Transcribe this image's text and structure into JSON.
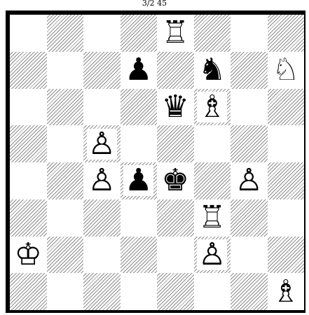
{
  "caption": "3/2 45",
  "board": {
    "ranks": [
      [
        "",
        "",
        "",
        "",
        "white-rook",
        "",
        "",
        ""
      ],
      [
        "",
        "",
        "",
        "black-pawn",
        "",
        "black-knight",
        "",
        "white-knight"
      ],
      [
        "",
        "",
        "",
        "",
        "black-queen",
        "white-bishop",
        "",
        ""
      ],
      [
        "",
        "",
        "white-pawn",
        "",
        "",
        "",
        "",
        ""
      ],
      [
        "",
        "",
        "white-pawn",
        "black-pawn",
        "black-king",
        "",
        "white-pawn",
        ""
      ],
      [
        "",
        "",
        "",
        "",
        "",
        "white-rook",
        "",
        ""
      ],
      [
        "white-king",
        "",
        "",
        "",
        "",
        "white-pawn",
        "",
        ""
      ],
      [
        "",
        "",
        "",
        "",
        "",
        "",
        "",
        "white-bishop"
      ]
    ],
    "glyphs": {
      "white-king": "♔",
      "white-queen": "♕",
      "white-rook": "♖",
      "white-bishop": "♗",
      "white-knight": "♘",
      "white-pawn": "♙",
      "black-king": "♚",
      "black-queen": "♛",
      "black-rook": "♜",
      "black-bishop": "♝",
      "black-knight": "♞",
      "black-pawn": "♟"
    }
  }
}
